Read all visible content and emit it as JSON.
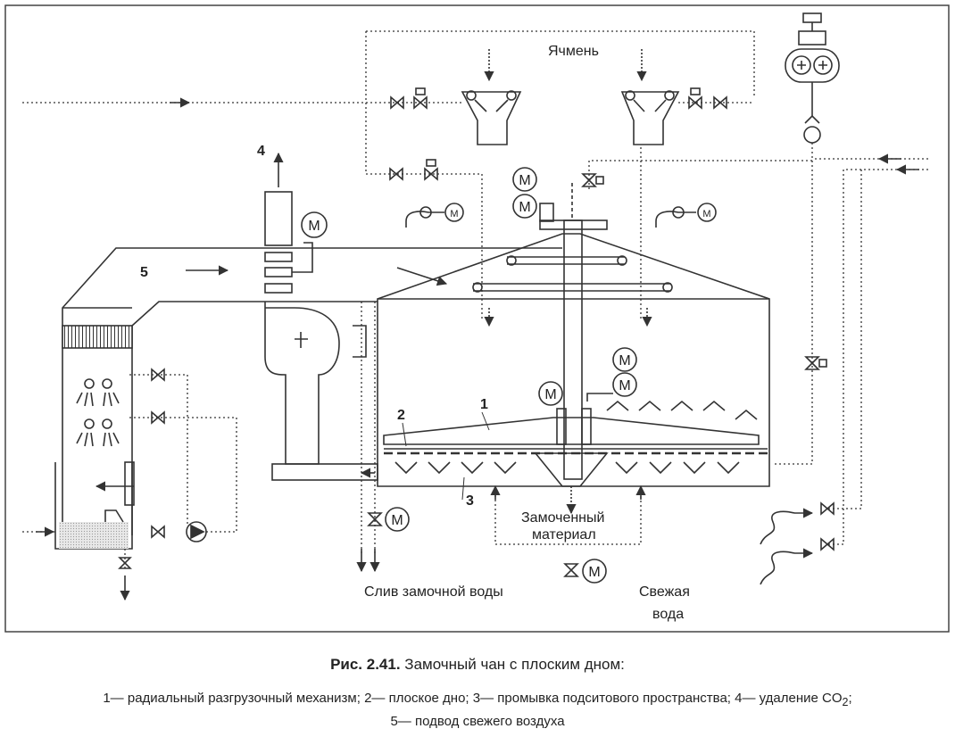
{
  "labels": {
    "barley": "Ячмень",
    "soaked_material_1": "Замоченный",
    "soaked_material_2": "материал",
    "drain": "Слив замочной воды",
    "fresh_water_1": "Свежая",
    "fresh_water_2": "вода",
    "motor": "M",
    "num1": "1",
    "num2": "2",
    "num3": "3",
    "num4": "4",
    "num5": "5"
  },
  "caption": {
    "fig_number": "Рис. 2.41.",
    "fig_title": " Замочный чан с плоским дном:",
    "legend_line1": "1— радиальный разгрузочный механизм; 2— плоское дно; 3— промывка подситового пространства; 4— удаление CO",
    "legend_sub": "2",
    "legend_suffix": ";",
    "legend_line2": "5— подвод свежего воздуха"
  }
}
